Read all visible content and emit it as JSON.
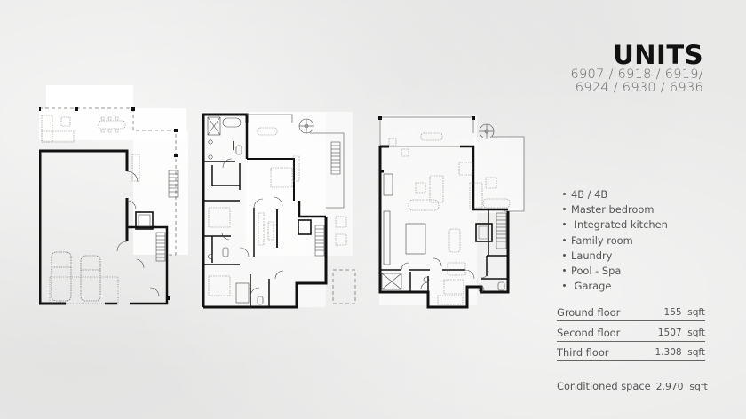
{
  "header": {
    "title": "UNITS",
    "unit_numbers_line1": "6907 / 6918 / 6919/",
    "unit_numbers_line2": "6924 / 6930 / 6936"
  },
  "features": [
    {
      "label": "4B / 4B"
    },
    {
      "label": "Master bedroom"
    },
    {
      "label": " Integrated kitchen"
    },
    {
      "label": "Family room"
    },
    {
      "label": "Laundry"
    },
    {
      "label": "Pool - Spa"
    },
    {
      "label": " Garage"
    }
  ],
  "areas": [
    {
      "floor": "Ground floor",
      "value": "155  sqft"
    },
    {
      "floor": "Second floor",
      "value": "1507  sqft"
    },
    {
      "floor": "Third floor",
      "value": "1.308  sqft"
    }
  ],
  "conditioned": {
    "label": "Conditioned space",
    "value": "2.970  sqft"
  },
  "floor_plans": [
    {
      "name": "ground-floor-plan",
      "features": [
        "garage",
        "two-cars",
        "stairs",
        "elevator",
        "covered-patio",
        "dining-table"
      ]
    },
    {
      "name": "second-floor-plan",
      "features": [
        "bedrooms",
        "bathrooms",
        "spiral-stair",
        "stairs",
        "elevator",
        "terrace"
      ]
    },
    {
      "name": "third-floor-plan",
      "features": [
        "living-room",
        "kitchen-island",
        "dining-table",
        "spiral-stair",
        "stairs",
        "elevator",
        "roof-deck"
      ]
    }
  ],
  "colors": {
    "background": "#e9e9e8",
    "wall": "#111111",
    "title": "#111111",
    "text": "#555555"
  }
}
